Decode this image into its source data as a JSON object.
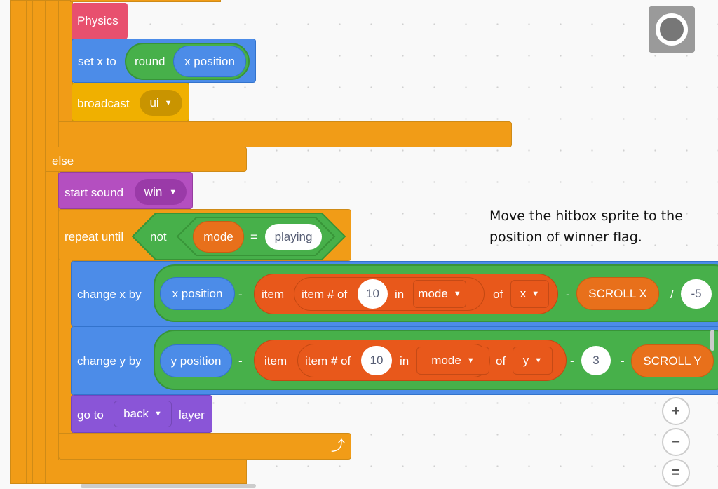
{
  "blocks": {
    "physics": "Physics",
    "set_x": {
      "label": "set x to",
      "round": "round",
      "reporter": "x position"
    },
    "broadcast": {
      "label": "broadcast",
      "message": "ui"
    },
    "else": "else",
    "start_sound": {
      "label": "start sound",
      "sound": "win"
    },
    "repeat_until": {
      "label": "repeat until",
      "not": "not",
      "var": "mode",
      "op": "=",
      "value": "playing"
    },
    "change_x": {
      "label": "change x by",
      "reporter": "x position",
      "minus1": "-",
      "item": "item",
      "item_num": "item # of",
      "num": "10",
      "in": "in",
      "list": "mode",
      "of": "of",
      "prop": "x",
      "minus2": "-",
      "scroll": "SCROLL X",
      "div": "/",
      "divisor": "-5"
    },
    "change_y": {
      "label": "change y by",
      "reporter": "y position",
      "minus1": "-",
      "item": "item",
      "item_num": "item # of",
      "num": "10",
      "in": "in",
      "list": "mode",
      "of": "of",
      "prop": "y",
      "minus2": "-",
      "three": "3",
      "minus3": "-",
      "scroll": "SCROLL Y"
    },
    "go_to": {
      "label": "go to",
      "layer_choice": "back",
      "layer": "layer"
    }
  },
  "annotation": [
    "Move the hitbox sprite to the",
    "position of winner flag."
  ],
  "zoom_controls": {
    "zoom_in": "+",
    "zoom_out": "−",
    "reset": "="
  },
  "colors": {
    "motion": "#4c8ce8",
    "control": "#f19c17",
    "operators": "#47b04a",
    "events": "#f0b000",
    "sound": "#b44fc0",
    "looks": "#8a55d7",
    "data": "#e8581b",
    "custom": "#e8506e"
  }
}
